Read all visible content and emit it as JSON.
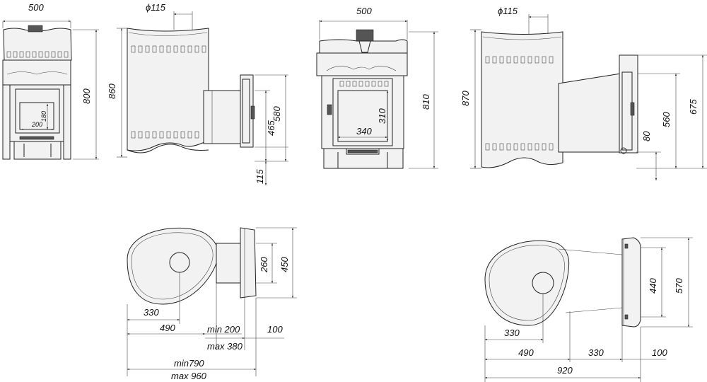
{
  "views": {
    "front_left": {
      "width": "500",
      "height": "800",
      "fire_w": "200",
      "fire_h": "180"
    },
    "side_left": {
      "flue": "ϕ115",
      "height": "860",
      "tunnel_h": "465",
      "door_h": "580",
      "base": "115"
    },
    "front_right": {
      "width": "500",
      "height": "810",
      "fire_w": "340",
      "fire_h": "310"
    },
    "side_right": {
      "flue": "ϕ115",
      "height": "870",
      "base": "80",
      "tunnel_h": "560",
      "door_h": "675"
    }
  },
  "plans": {
    "left": {
      "tunnel": "260",
      "door": "450",
      "d1": "330",
      "d2": "490",
      "min_t": "min 200",
      "max_t": "max 380",
      "end": "100",
      "min_total": "min790",
      "max_total": "max 960"
    },
    "right": {
      "tunnel": "440",
      "door": "570",
      "d1": "330",
      "d2": "490",
      "d3": "330",
      "end": "100",
      "total": "920"
    }
  }
}
